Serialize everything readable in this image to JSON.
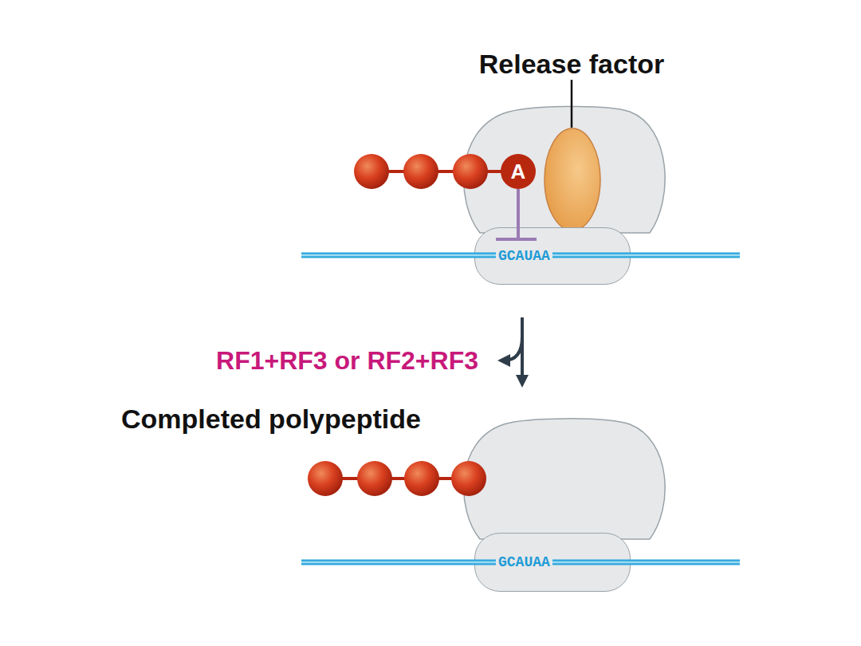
{
  "diagram": {
    "nodes": [
      {
        "text": [
          "A"
        ]
      },
      {
        "text": [
          "GCAUAA"
        ]
      },
      {
        "text": [
          "GCAUAA"
        ]
      }
    ],
    "labels": [
      "Release factor",
      "RF1+RF3 or RF2+RF3",
      "Completed polypeptide"
    ]
  }
}
